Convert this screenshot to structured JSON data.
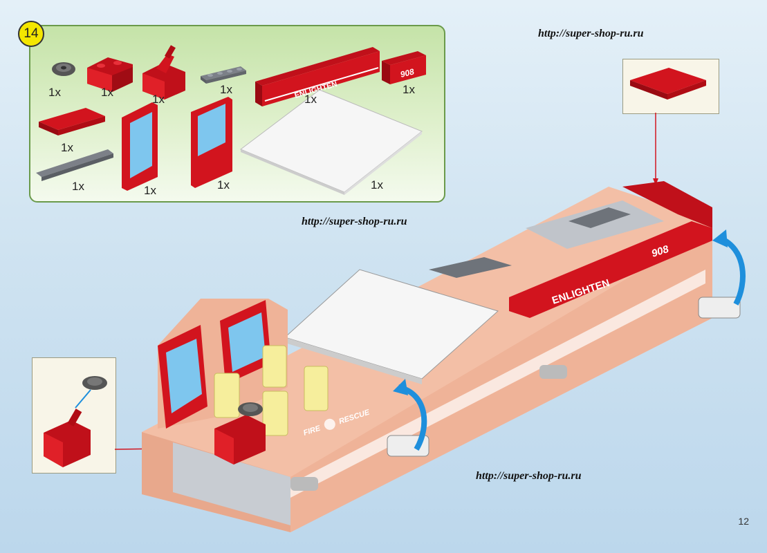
{
  "step_number": "14",
  "parts": [
    {
      "name": "steering wheel",
      "qty": "1x"
    },
    {
      "name": "red corner brick",
      "qty": "1x"
    },
    {
      "name": "red slope with lever",
      "qty": "1x"
    },
    {
      "name": "grey plate 1x4",
      "qty": "1x"
    },
    {
      "name": "red brick enlighten",
      "qty": "1x"
    },
    {
      "name": "red brick 908",
      "qty": "1x"
    },
    {
      "name": "red plate 2x4",
      "qty": "1x"
    },
    {
      "name": "red window frame",
      "qty": "1x"
    },
    {
      "name": "red door",
      "qty": "1x"
    },
    {
      "name": "grey plate 1x6",
      "qty": "1x"
    },
    {
      "name": "white baseplate",
      "qty": "1x"
    }
  ],
  "brick_labels": {
    "enlighten": "ENLIGHTEN",
    "number": "908",
    "fire_rescue_left": "FIRE",
    "fire_rescue_right": "RESCUE"
  },
  "urls": [
    "http://super-shop-ru.ru",
    "http://super-shop-ru.ru",
    "http://super-shop-ru.ru"
  ],
  "page_number": "12",
  "colors": {
    "red": "#d2141e",
    "grey": "#6e737a",
    "white": "#f2f2f2",
    "tan": "#f3bfa6",
    "yellow": "#f4e600",
    "arrow": "#1e8fdc"
  }
}
